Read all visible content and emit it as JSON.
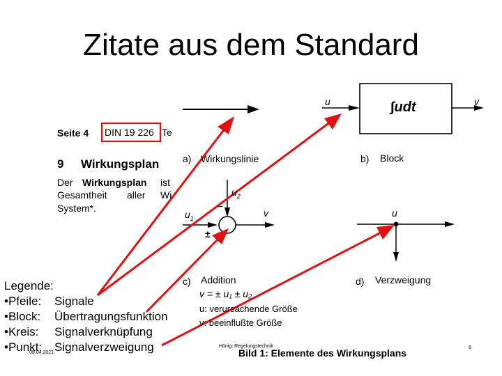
{
  "slide": {
    "title": "Zitate aus dem Standard",
    "footer_date": "08.04.2021",
    "footer_author": "Hönig: Regelungstechnik",
    "page_number": "6"
  },
  "scan": {
    "page_ref": "Seite 4",
    "standard": "DIN 19 226",
    "standard_tail": "Te",
    "section_number": "9",
    "section_title": "Wirkungsplan",
    "body_line1_a": "Der",
    "body_line1_b": "Wirkungsplan",
    "body_line1_c": "ist",
    "body_line2_a": "Gesamtheit",
    "body_line2_b": "aller",
    "body_line2_c": "Wi",
    "body_line3": "System*.",
    "label_a": "a)",
    "caption_a": "Wirkungslinie",
    "label_b": "b)",
    "caption_b": "Block",
    "block_symbol": "∫udt",
    "var_u": "u",
    "var_v": "v",
    "var_u2": "u",
    "var_u2_sub": "2",
    "var_u1": "u",
    "var_u1_sub": "1",
    "minus": "−",
    "plusminus": "±",
    "label_c": "c)",
    "caption_c": "Addition",
    "formula": "v = ± u₁ ± u₂",
    "def_u": "u: verursachende Größe",
    "def_v": "v: beeinflußte Größe",
    "label_d": "d)",
    "caption_d": "Verzweigung",
    "figure_caption": "Bild 1: Elemente des Wirkungsplans"
  },
  "legend": {
    "heading": "Legende:",
    "items": [
      {
        "key": "•Pfeile:",
        "value": "Signale"
      },
      {
        "key": "•Block:",
        "value": "Übertragungsfunktion"
      },
      {
        "key": "•Kreis:",
        "value": "Signalverknüpfung"
      },
      {
        "key": "•Punkt:",
        "value": "Signalverzweigung"
      }
    ]
  },
  "colors": {
    "arrow_red": "#e01010",
    "highlight_red": "#e01010"
  }
}
